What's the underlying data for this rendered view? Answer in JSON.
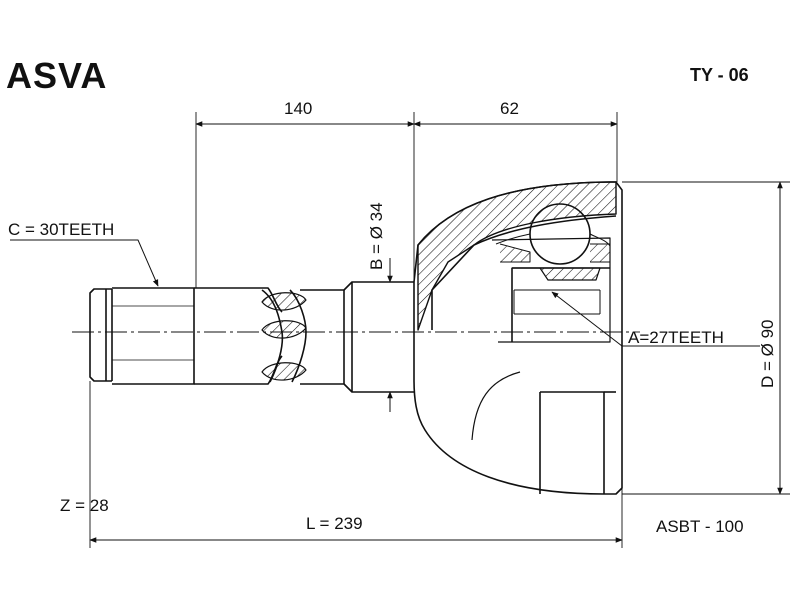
{
  "header": {
    "brand": "ASVA",
    "part_number": "TY - 06"
  },
  "dimensions": {
    "shaft_length": "140",
    "head_length": "62",
    "shaft_diameter": "B = Ø 34",
    "outer_diameter": "D = Ø 90",
    "total_length": "L = 239"
  },
  "specs": {
    "outer_teeth": "C = 30TEETH",
    "inner_teeth": "A=27TEETH",
    "abs_teeth": "Z = 28",
    "abs_ring_code": "ASBT - 100"
  },
  "colors": {
    "ink": "#111111",
    "paper": "#ffffff"
  }
}
